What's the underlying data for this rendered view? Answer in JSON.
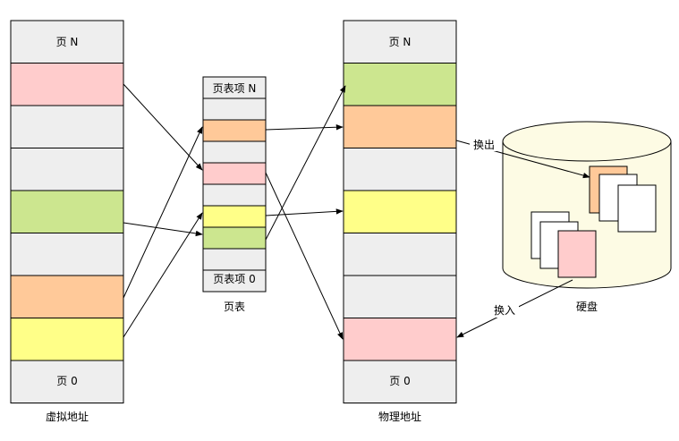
{
  "virtual_memory": {
    "title": "虚拟地址",
    "top_label": "页 N",
    "bottom_label": "页 0",
    "block_colors": [
      "#eeeeee",
      "#ffcccc",
      "#eeeeee",
      "#eeeeee",
      "#cce68f",
      "#eeeeee",
      "#ffc999",
      "#ffff88",
      "#eeeeee"
    ]
  },
  "page_table": {
    "title": "页表",
    "top_label": "页表项 N",
    "bottom_label": "页表项 0",
    "entry_colors": [
      "#eeeeee",
      "#eeeeee",
      "#ffc999",
      "#eeeeee",
      "#ffcccc",
      "#eeeeee",
      "#ffff88",
      "#cce68f",
      "#eeeeee",
      "#eeeeee"
    ]
  },
  "physical_memory": {
    "title": "物理地址",
    "top_label": "页 N",
    "bottom_label": "页 0",
    "block_colors": [
      "#eeeeee",
      "#cce68f",
      "#ffc999",
      "#eeeeee",
      "#ffff88",
      "#eeeeee",
      "#eeeeee",
      "#ffcccc",
      "#eeeeee"
    ]
  },
  "disk": {
    "title": "硬盘",
    "swap_out_label": "换出",
    "swap_in_label": "换入",
    "page_colors": {
      "swapped_out": "#ffc999",
      "swapped_in": "#ffcccc",
      "blank": "#ffffff",
      "cylinder": "#fdfbe4"
    }
  }
}
